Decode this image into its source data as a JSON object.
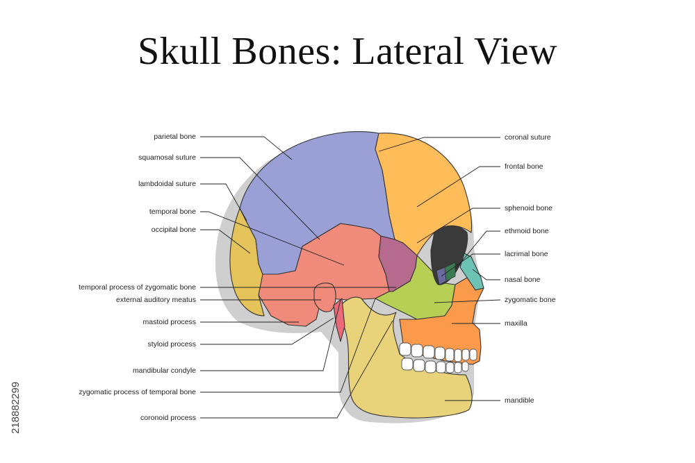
{
  "title": "Skull Bones: Lateral View",
  "watermark_id": "218882299",
  "labels_left": {
    "parietal": "parietal bone",
    "squamosal": "squamosal suture",
    "lambdoidal": "lambdoidal suture",
    "temporal": "temporal bone",
    "occipital": "occipital bone",
    "temporal_process": "temporal process of zygomatic bone",
    "auditory": "external auditory meatus",
    "mastoid": "mastoid process",
    "styloid": "styloid process",
    "condyle": "mandibular condyle",
    "zygomatic_process": "zygomatic process of temporal bone",
    "coronoid": "coronoid process"
  },
  "labels_right": {
    "coronal": "coronal suture",
    "frontal": "frontal bone",
    "sphenoid": "sphenoid bone",
    "ethmoid": "ethmoid bone",
    "lacrimal": "lacrimal bone",
    "nasal": "nasal bone",
    "zygomatic": "zygomatic bone",
    "maxilla": "maxilla",
    "mandible": "mandible"
  },
  "colors": {
    "parietal": "#9aa0d6",
    "frontal": "#ffbd59",
    "temporal": "#f08a7a",
    "occipital": "#e3c35a",
    "sphenoid": "#b56a8e",
    "zygomatic": "#b8cf55",
    "maxilla": "#fb9a4b",
    "mandible": "#e8d27a",
    "nasal": "#6cc3b3",
    "ethmoid": "#3c7a54",
    "lacrimal": "#6a6a9e",
    "shadow": "#c9c9c9",
    "tooth": "#ffffff"
  }
}
